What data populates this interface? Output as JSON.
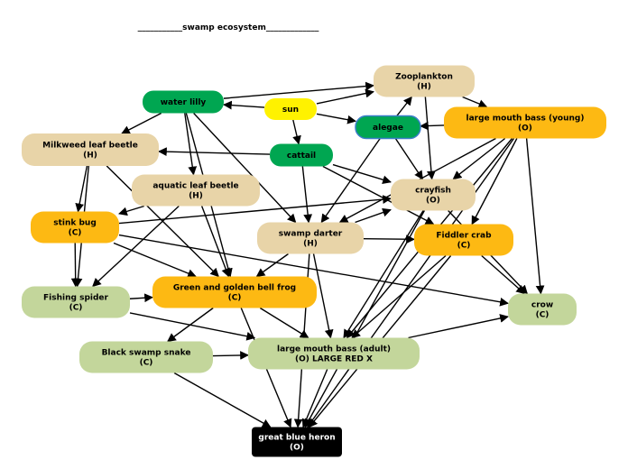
{
  "title": "___________swamp ecosystem_____________",
  "colors": {
    "producer": "#00a651",
    "herbivore": "#e8d4a8",
    "carnivore": "#fdb913",
    "sun": "#fff200",
    "consumer_green": "#c3d69b",
    "apex": "#000000",
    "edge": "#000000",
    "node_border_blue": "#3a7dc9"
  },
  "nodes": [
    {
      "id": "sun",
      "lines": [
        "sun"
      ],
      "type": "sun"
    },
    {
      "id": "water_lilly",
      "lines": [
        "water lilly"
      ],
      "type": "producer"
    },
    {
      "id": "cattail",
      "lines": [
        "cattail"
      ],
      "type": "producer"
    },
    {
      "id": "alegae",
      "lines": [
        "alegae"
      ],
      "type": "producer"
    },
    {
      "id": "zooplankton",
      "lines": [
        "Zooplankton",
        "(H)"
      ],
      "type": "herbivore"
    },
    {
      "id": "milkweed",
      "lines": [
        "Milkweed leaf beetle",
        "(H)"
      ],
      "type": "herbivore"
    },
    {
      "id": "aquatic",
      "lines": [
        "aquatic leaf beetle",
        "(H)"
      ],
      "type": "herbivore"
    },
    {
      "id": "crayfish",
      "lines": [
        "crayfish",
        "(O)"
      ],
      "type": "herbivore"
    },
    {
      "id": "swamp_darter",
      "lines": [
        "swamp darter",
        "(H)"
      ],
      "type": "herbivore"
    },
    {
      "id": "lmb_young",
      "lines": [
        "large mouth bass (young)",
        "(O)"
      ],
      "type": "carnivore"
    },
    {
      "id": "stink_bug",
      "lines": [
        "stink bug",
        "(C)"
      ],
      "type": "carnivore"
    },
    {
      "id": "fiddler",
      "lines": [
        "Fiddler crab",
        "(C)"
      ],
      "type": "carnivore"
    },
    {
      "id": "frog",
      "lines": [
        "Green and golden bell frog",
        "(C)"
      ],
      "type": "carnivore"
    },
    {
      "id": "spider",
      "lines": [
        "Fishing spider",
        "(C)"
      ],
      "type": "consumer_green"
    },
    {
      "id": "crow",
      "lines": [
        "crow",
        "(C)"
      ],
      "type": "consumer_green"
    },
    {
      "id": "snake",
      "lines": [
        "Black swamp snake",
        "(C)"
      ],
      "type": "consumer_green"
    },
    {
      "id": "lmb_adult",
      "lines": [
        "large mouth bass (adult)",
        "(O) LARGE RED X"
      ],
      "type": "consumer_green"
    },
    {
      "id": "heron",
      "lines": [
        "great blue heron",
        "(O)"
      ],
      "type": "apex"
    }
  ],
  "edges": [
    [
      "sun",
      "water_lilly"
    ],
    [
      "sun",
      "cattail"
    ],
    [
      "sun",
      "alegae"
    ],
    [
      "sun",
      "zooplankton"
    ],
    [
      "water_lilly",
      "zooplankton"
    ],
    [
      "water_lilly",
      "milkweed"
    ],
    [
      "water_lilly",
      "aquatic"
    ],
    [
      "water_lilly",
      "frog"
    ],
    [
      "water_lilly",
      "swamp_darter"
    ],
    [
      "cattail",
      "milkweed"
    ],
    [
      "cattail",
      "swamp_darter"
    ],
    [
      "cattail",
      "crayfish"
    ],
    [
      "cattail",
      "fiddler"
    ],
    [
      "alegae",
      "zooplankton"
    ],
    [
      "alegae",
      "swamp_darter"
    ],
    [
      "alegae",
      "crayfish"
    ],
    [
      "zooplankton",
      "lmb_young"
    ],
    [
      "zooplankton",
      "crayfish"
    ],
    [
      "lmb_young",
      "alegae"
    ],
    [
      "lmb_young",
      "crow"
    ],
    [
      "lmb_young",
      "crayfish"
    ],
    [
      "lmb_young",
      "swamp_darter"
    ],
    [
      "lmb_young",
      "fiddler"
    ],
    [
      "lmb_young",
      "lmb_adult"
    ],
    [
      "lmb_young",
      "heron"
    ],
    [
      "milkweed",
      "stink_bug"
    ],
    [
      "milkweed",
      "spider"
    ],
    [
      "milkweed",
      "frog"
    ],
    [
      "aquatic",
      "stink_bug"
    ],
    [
      "aquatic",
      "frog"
    ],
    [
      "aquatic",
      "spider"
    ],
    [
      "stink_bug",
      "crayfish"
    ],
    [
      "stink_bug",
      "spider"
    ],
    [
      "stink_bug",
      "frog"
    ],
    [
      "stink_bug",
      "crow"
    ],
    [
      "swamp_darter",
      "crayfish"
    ],
    [
      "swamp_darter",
      "fiddler"
    ],
    [
      "swamp_darter",
      "frog"
    ],
    [
      "swamp_darter",
      "lmb_adult"
    ],
    [
      "swamp_darter",
      "heron"
    ],
    [
      "crayfish",
      "lmb_adult"
    ],
    [
      "crayfish",
      "crow"
    ],
    [
      "crayfish",
      "heron"
    ],
    [
      "fiddler",
      "crow"
    ],
    [
      "fiddler",
      "lmb_adult"
    ],
    [
      "fiddler",
      "heron"
    ],
    [
      "spider",
      "frog"
    ],
    [
      "spider",
      "lmb_adult"
    ],
    [
      "frog",
      "snake"
    ],
    [
      "frog",
      "lmb_adult"
    ],
    [
      "frog",
      "heron"
    ],
    [
      "snake",
      "lmb_adult"
    ],
    [
      "snake",
      "heron"
    ],
    [
      "lmb_adult",
      "crow"
    ],
    [
      "lmb_adult",
      "heron"
    ]
  ]
}
